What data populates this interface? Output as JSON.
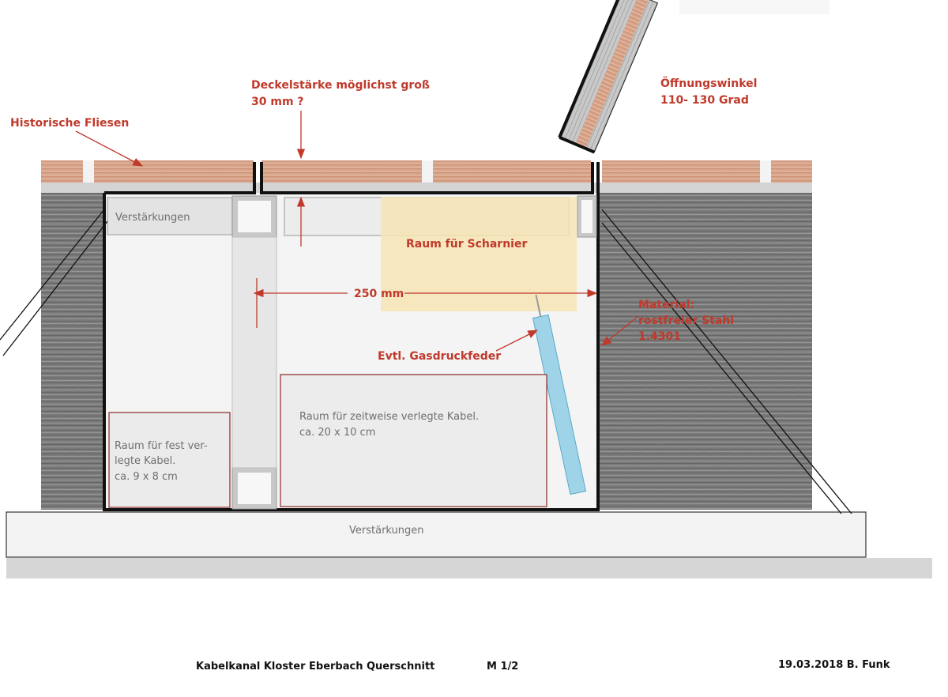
{
  "labels": {
    "historische_fliesen": "Historische Fliesen",
    "deckelstaerke_line1": "Deckelstärke möglichst groß",
    "deckelstaerke_line2": "30 mm ?",
    "oeffnungswinkel_line1": "Öffnungswinkel",
    "oeffnungswinkel_line2": "110- 130 Grad",
    "verstaerkungen_top": "Verstärkungen",
    "raum_scharnier": "Raum für Scharnier",
    "dimension": "250 mm",
    "material_line1": "Material:",
    "material_line2": "rostfreier Stahl",
    "material_line3": "1.4301",
    "gasdruckfeder": "Evtl. Gasdruckfeder",
    "zeitweise_line1": "Raum für zeitweise verlegte Kabel.",
    "zeitweise_line2": "ca. 20 x 10 cm",
    "fest_line1": "Raum für fest ver-",
    "fest_line2": "legte Kabel.",
    "fest_line3": "ca. 9 x 8 cm",
    "verstaerkungen_bottom": "Verstärkungen"
  },
  "footer": {
    "title": "Kabelkanal  Kloster Eberbach   Querschnitt",
    "scale": "M 1/2",
    "date_author": "19.03.2018 B. Funk"
  },
  "colors": {
    "annotation": "#c0392b",
    "tile": "#d9a58c",
    "stone": "#7d7d7d",
    "hinge_area": "#f6e4b4",
    "gas_spring": "#9fd4e8",
    "steel_outline": "#111111"
  }
}
